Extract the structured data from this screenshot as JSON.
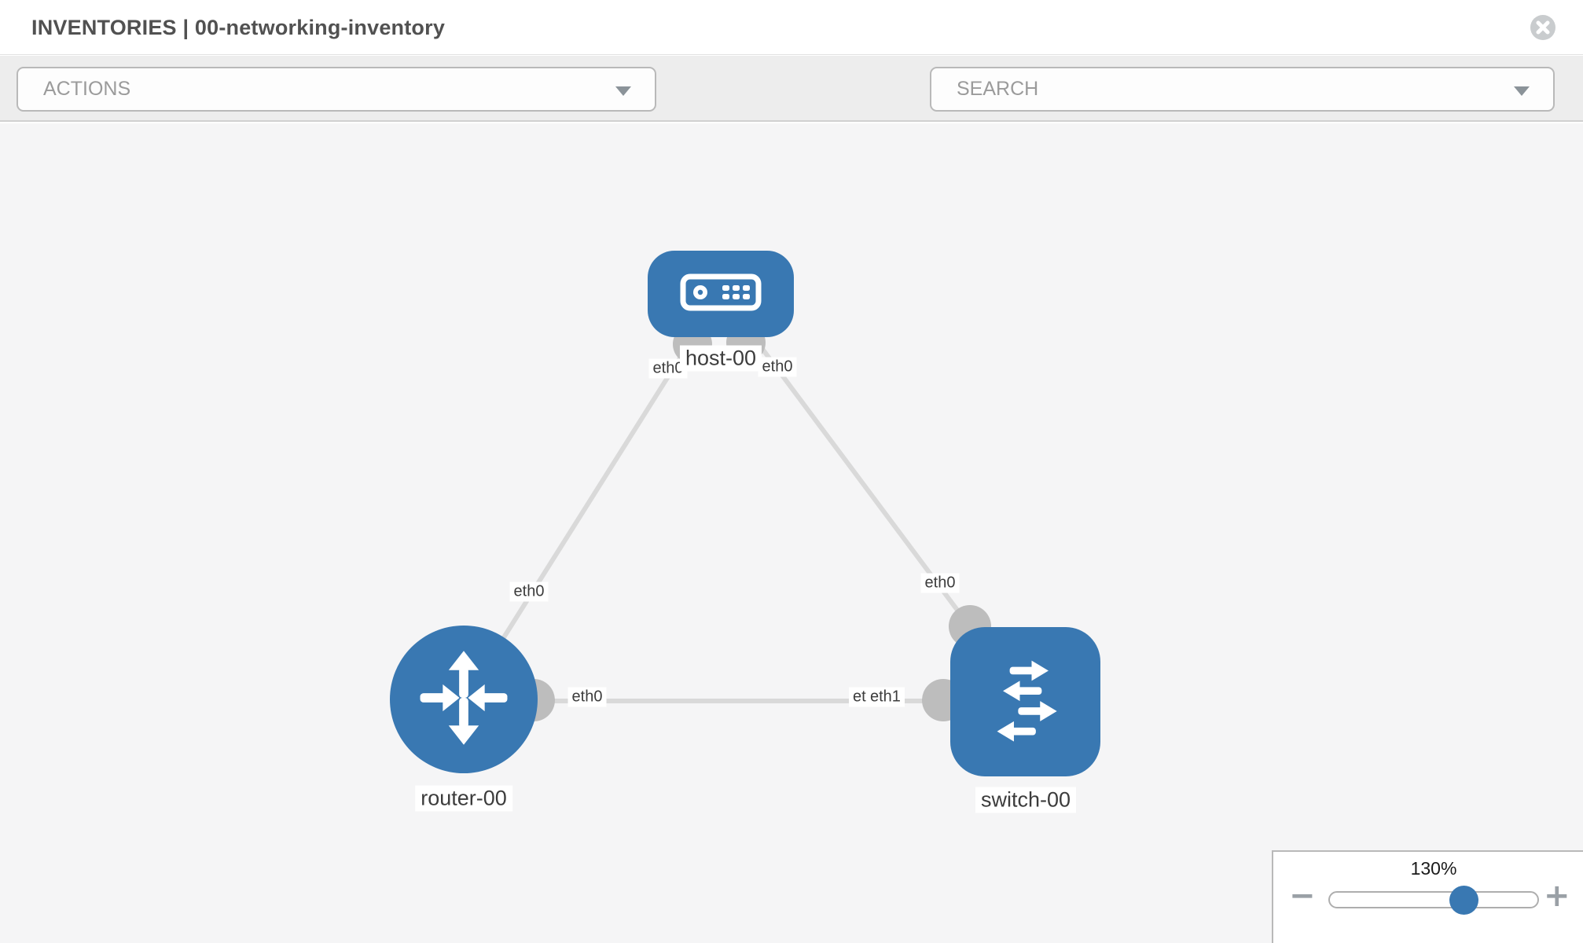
{
  "header": {
    "title": "INVENTORIES | 00-networking-inventory"
  },
  "toolbar": {
    "actions_label": "ACTIONS",
    "search_label": "SEARCH",
    "icons": [
      "wrench-icon",
      "key-icon"
    ]
  },
  "topology": {
    "nodes": [
      {
        "id": "host-00",
        "label": "host-00",
        "type": "host"
      },
      {
        "id": "router-00",
        "label": "router-00",
        "type": "router"
      },
      {
        "id": "switch-00",
        "label": "switch-00",
        "type": "switch"
      }
    ],
    "links": [
      {
        "source": "host-00",
        "target": "router-00",
        "source_interface": "eth0",
        "target_interface": "eth0"
      },
      {
        "source": "host-00",
        "target": "switch-00",
        "source_interface": "eth0",
        "target_interface": "eth0"
      },
      {
        "source": "router-00",
        "target": "switch-00",
        "source_interface": "eth0",
        "target_interface": "eth1"
      }
    ],
    "interface_labels": [
      {
        "link": "host-00~router-00",
        "end": "router-00",
        "text": "eth0"
      },
      {
        "link": "host-00~router-00",
        "end": "host-00",
        "text": "eth0"
      },
      {
        "link": "host-00~switch-00",
        "end": "host-00",
        "text": "eth0"
      },
      {
        "link": "host-00~switch-00",
        "end": "switch-00",
        "text": "eth0"
      },
      {
        "link": "router-00~switch-00",
        "end": "router-00",
        "text": "eth0"
      },
      {
        "link": "router-00~switch-00",
        "end": "switch-00",
        "text": "eth0",
        "note": "partially covered by eth1 label"
      },
      {
        "link": "router-00~switch-00",
        "end": "switch-00",
        "text": "eth1"
      }
    ]
  },
  "zoom": {
    "level": "130%",
    "minus": "−",
    "plus": "+"
  },
  "colors": {
    "node_blue": "#3978b2",
    "link_gray": "#d9d9d9",
    "endpoint_gray": "#bdbdbd",
    "toolbar_gray": "#ededed",
    "canvas_gray": "#f5f5f6"
  }
}
